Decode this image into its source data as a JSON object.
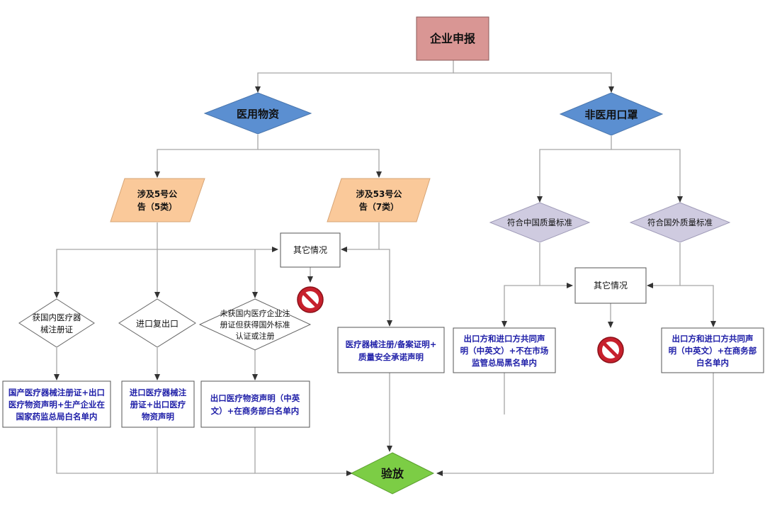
{
  "nodes": {
    "start": "企业申报",
    "medical": "医用物资",
    "nonmedical": "非医用口罩",
    "notice5": [
      "涉及5号公",
      "告（5类）"
    ],
    "notice53": [
      "涉及53号公",
      "告（7类）"
    ],
    "other_left": "其它情况",
    "domestic_cert": [
      "获国内医疗器",
      "械注册证"
    ],
    "import_reexport": "进口复出口",
    "foreign_std": [
      "未获国内医疗企业注",
      "册证但获得国外标准",
      "认证或注册"
    ],
    "box_domestic": [
      "国产医疗器械注册证+出口",
      "医疗物资声明+生产企业在",
      "国家药监总局白名单内"
    ],
    "box_import": [
      "进口医疗器械注",
      "册证+出口医疗",
      "物资声明"
    ],
    "box_foreign": [
      "出口医疗物资声明（中英",
      "文）+在商务部白名单内"
    ],
    "box_53": [
      "医疗器械注册/备案证明+",
      "质量安全承诺声明"
    ],
    "cn_std": "符合中国质量标准",
    "foreign_quality_std": "符合国外质量标准",
    "other_right": "其它情况",
    "box_cn_decl": [
      "出口方和进口方共同声",
      "明（中英文）+不在市场",
      "监管总局黑名单内"
    ],
    "box_foreign_decl": [
      "出口方和进口方共同声",
      "明（中英文）+在商务部",
      "白名单内"
    ],
    "release": "验放"
  },
  "colors": {
    "start_fill": "#d99694",
    "diamond_blue": "#5b8fd1",
    "parallelogram": "#fac99a",
    "diamond_lavender": "#cfcbe0",
    "release_green": "#7ccd45",
    "line": "#a6a6a6",
    "arrow": "#333333",
    "blue_text": "#1f1fa8",
    "prohibit_red": "#c7202c"
  },
  "icons": {
    "prohibited": "prohibited-icon"
  }
}
